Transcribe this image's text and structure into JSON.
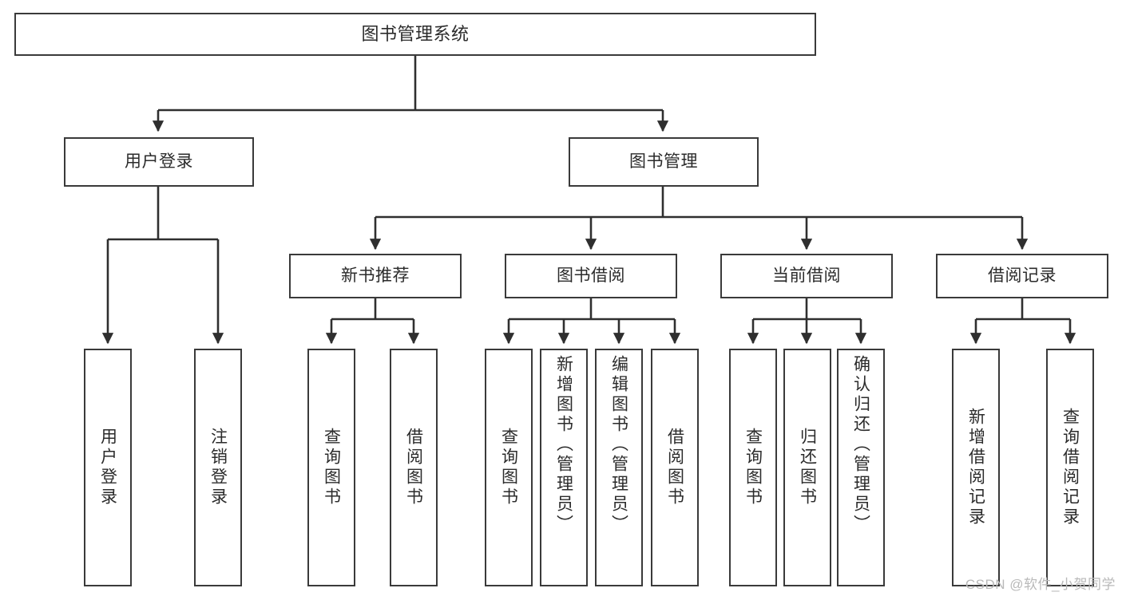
{
  "diagram": {
    "title": "图书管理系统",
    "type": "tree",
    "colors": {
      "box_border": "#3a3a3a",
      "box_fill": "#ffffff",
      "edge": "#2f2f2f",
      "text": "#2b2b2b",
      "watermark": "#b9b9b9",
      "background": "#ffffff"
    },
    "root": {
      "label": "图书管理系统"
    },
    "level1": [
      {
        "label": "用户登录"
      },
      {
        "label": "图书管理"
      }
    ],
    "level2": [
      {
        "label": "新书推荐"
      },
      {
        "label": "图书借阅"
      },
      {
        "label": "当前借阅"
      },
      {
        "label": "借阅记录"
      }
    ],
    "leaves": {
      "user_login": [
        {
          "label": "用户登录"
        },
        {
          "label": "注销登录"
        }
      ],
      "new_books": [
        {
          "label": "查询图书"
        },
        {
          "label": "借阅图书"
        }
      ],
      "book_borrow": [
        {
          "label": "查询图书"
        },
        {
          "label": "新增图书（管理员）"
        },
        {
          "label": "编辑图书（管理员）"
        },
        {
          "label": "借阅图书"
        }
      ],
      "current_borrow": [
        {
          "label": "查询图书"
        },
        {
          "label": "归还图书"
        },
        {
          "label": "确认归还（管理员）"
        }
      ],
      "borrow_records": [
        {
          "label": "新增借阅记录"
        },
        {
          "label": "查询借阅记录"
        }
      ]
    }
  },
  "watermark": {
    "text": "CSDN @软件_小贺同学"
  }
}
